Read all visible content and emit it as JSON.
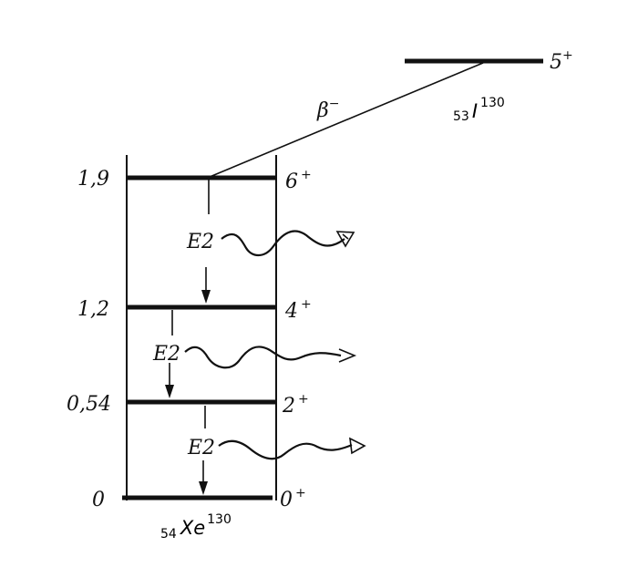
{
  "parent": {
    "spin": "5",
    "parity": "+",
    "element": "I",
    "Z": "53",
    "A": "130"
  },
  "decay": {
    "symbol": "β",
    "sign": "−"
  },
  "daughter": {
    "element": "Xe",
    "Z": "54",
    "A": "130"
  },
  "levels": [
    {
      "energy": "1,9",
      "spin": "6",
      "parity": "+"
    },
    {
      "energy": "1,2",
      "spin": "4",
      "parity": "+"
    },
    {
      "energy": "0,54",
      "spin": "2",
      "parity": "+"
    },
    {
      "energy": "0",
      "spin": "0",
      "parity": "+"
    }
  ],
  "transitions": [
    {
      "type": "E2"
    },
    {
      "type": "E2"
    },
    {
      "type": "E2"
    }
  ]
}
